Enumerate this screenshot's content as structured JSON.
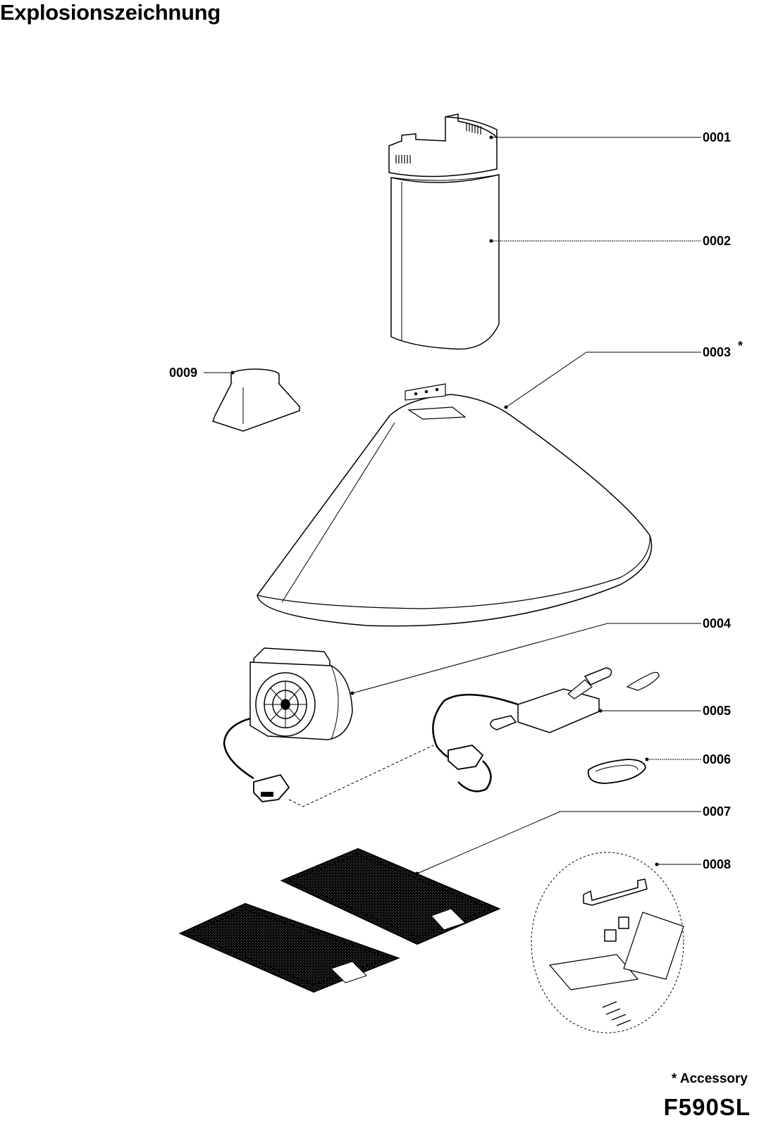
{
  "title": "Explosionszeichnung",
  "callouts": [
    {
      "id": "0001",
      "label": "0001"
    },
    {
      "id": "0002",
      "label": "0002"
    },
    {
      "id": "0003",
      "label": "0003",
      "marker": "*"
    },
    {
      "id": "0004",
      "label": "0004"
    },
    {
      "id": "0005",
      "label": "0005"
    },
    {
      "id": "0006",
      "label": "0006"
    },
    {
      "id": "0007",
      "label": "0007"
    },
    {
      "id": "0008",
      "label": "0008"
    },
    {
      "id": "0009",
      "label": "0009"
    }
  ],
  "accessory_note": "* Accessory",
  "model": "F590SL"
}
